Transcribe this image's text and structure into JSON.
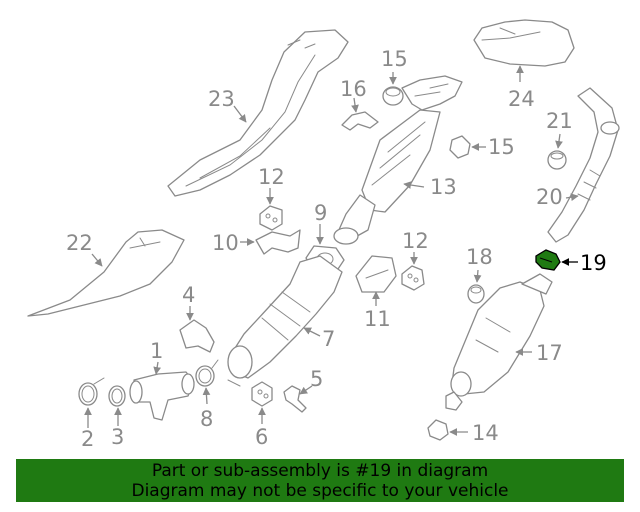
{
  "callouts": {
    "c1": "1",
    "c2": "2",
    "c3": "3",
    "c4": "4",
    "c5": "5",
    "c6": "6",
    "c7": "7",
    "c8": "8",
    "c9": "9",
    "c10": "10",
    "c11": "11",
    "c12a": "12",
    "c12b": "12",
    "c13": "13",
    "c14": "14",
    "c15a": "15",
    "c15b": "15",
    "c16": "16",
    "c17": "17",
    "c18": "18",
    "c19": "19",
    "c20": "20",
    "c21": "21",
    "c22": "22",
    "c23": "23",
    "c24": "24"
  },
  "highlight_part": "19",
  "colors": {
    "line": "#8a8a8a",
    "highlight_fill": "#1f7a12",
    "banner_bg": "#1f7a12"
  },
  "banner": {
    "line1": "Part or sub-assembly is #19 in diagram",
    "line2": "Diagram may not be specific to your vehicle"
  }
}
